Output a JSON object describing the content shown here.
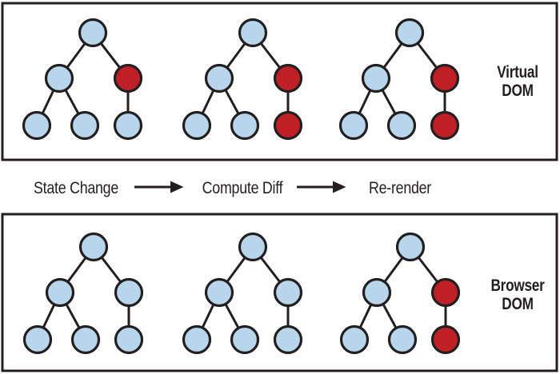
{
  "diagram": {
    "virtual_dom": {
      "label_line1": "Virtual",
      "label_line2": "DOM",
      "trees": [
        {
          "root": "blue",
          "left": "blue",
          "right": "red",
          "leaf1": "blue",
          "leaf2": "blue",
          "leaf3": "blue"
        },
        {
          "root": "blue",
          "left": "blue",
          "right": "red",
          "leaf1": "blue",
          "leaf2": "blue",
          "leaf3": "red"
        },
        {
          "root": "blue",
          "left": "blue",
          "right": "red",
          "leaf1": "blue",
          "leaf2": "blue",
          "leaf3": "red"
        }
      ]
    },
    "browser_dom": {
      "label_line1": "Browser",
      "label_line2": "DOM",
      "trees": [
        {
          "root": "blue",
          "left": "blue",
          "right": "blue",
          "leaf1": "blue",
          "leaf2": "blue",
          "leaf3": "blue"
        },
        {
          "root": "blue",
          "left": "blue",
          "right": "blue",
          "leaf1": "blue",
          "leaf2": "blue",
          "leaf3": "blue"
        },
        {
          "root": "blue",
          "left": "blue",
          "right": "red",
          "leaf1": "blue",
          "leaf2": "blue",
          "leaf3": "red"
        }
      ]
    },
    "process_steps": {
      "step1": "State Change",
      "step2": "Compute Diff",
      "step3": "Re-render"
    }
  },
  "colors": {
    "node_blue": "#B8D6EB",
    "node_red": "#BE2026",
    "stroke": "#231F20",
    "background": "#FFFFFF"
  }
}
